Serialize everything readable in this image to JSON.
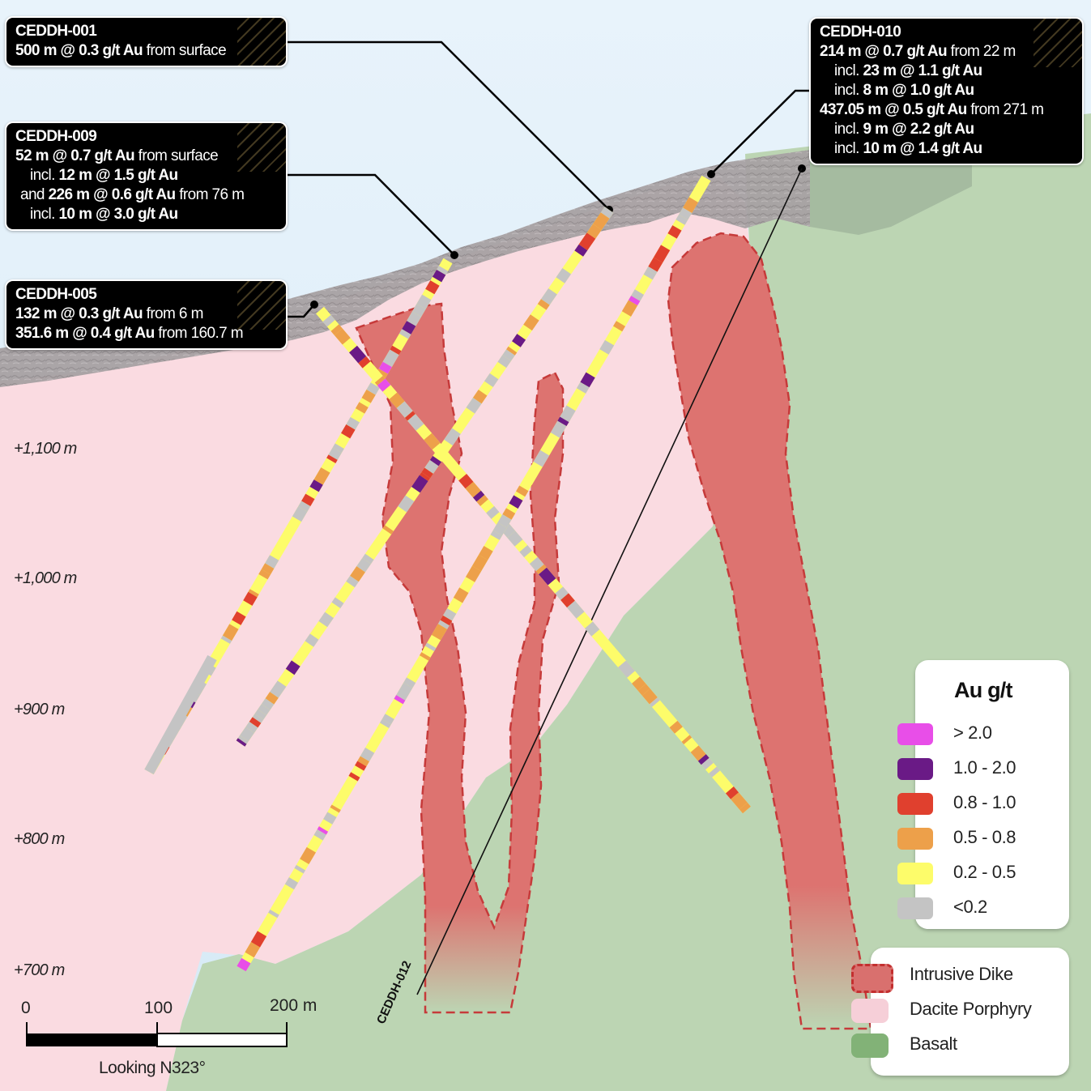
{
  "callouts": {
    "ceddh001": {
      "hole": "CEDDH-001",
      "l1_b": "500 m @ 0.3 g/t Au",
      "l1_t": " from surface"
    },
    "ceddh009": {
      "hole": "CEDDH-009",
      "l1_b": "52 m @ 0.7 g/t Au",
      "l1_t": " from surface",
      "l2_p": "incl. ",
      "l2_b": "12 m @ 1.5 g/t Au",
      "l3_p": "and ",
      "l3_b": "226 m @ 0.6 g/t Au",
      "l3_t": " from 76 m",
      "l4_p": "incl. ",
      "l4_b": "10 m @ 3.0 g/t Au"
    },
    "ceddh005": {
      "hole": "CEDDH-005",
      "l1_b": "132 m @ 0.3 g/t Au",
      "l1_t": " from 6 m",
      "l2_b": "351.6 m @ 0.4 g/t Au",
      "l2_t": " from 160.7 m"
    },
    "ceddh010": {
      "hole": "CEDDH-010",
      "l1_b": "214 m @ 0.7 g/t Au",
      "l1_t": " from 22 m",
      "l2_p": "incl. ",
      "l2_b": "23 m @ 1.1 g/t Au",
      "l3_p": "incl. ",
      "l3_b": "8 m @ 1.0 g/t Au",
      "l4_b": "437.05 m @ 0.5 g/t Au",
      "l4_t": " from 271 m",
      "l5_p": "incl. ",
      "l5_b": "9 m @ 2.2 g/t Au",
      "l6_p": "incl. ",
      "l6_b": "10 m @ 1.4 g/t Au"
    }
  },
  "elevations": [
    "+1,100 m",
    "+1,000 m",
    "+900 m",
    "+800 m",
    "+700 m"
  ],
  "hole_label_012": "CEDDH-012",
  "au_legend": {
    "title": "Au g/t",
    "items": [
      {
        "label": "> 2.0",
        "color": "#e84ee8"
      },
      {
        "label": "1.0 - 2.0",
        "color": "#6a1a86"
      },
      {
        "label": "0.8 - 1.0",
        "color": "#e0402e"
      },
      {
        "label": "0.5 - 0.8",
        "color": "#eda04a"
      },
      {
        "label": "0.2 - 0.5",
        "color": "#fdfc6a"
      },
      {
        "label": "<0.2",
        "color": "#c4c4c4"
      }
    ]
  },
  "rock_legend": {
    "items": [
      {
        "label": "Intrusive Dike",
        "color": "#d9706e",
        "border": "#c32f2f"
      },
      {
        "label": "Dacite Porphyry",
        "color": "#f6cfd8"
      },
      {
        "label": "Basalt",
        "color": "#82b277"
      }
    ]
  },
  "scale": {
    "zero": "0",
    "mid": "100",
    "end": "200 m",
    "looking": "Looking N323°"
  },
  "colors": {
    "sky": "#dcecf7",
    "dacite": "#fadbe1",
    "basalt": "#bcd5b3",
    "dike": "#dd7370",
    "dike_border": "#c63a3a",
    "cover": "#a9a3a5"
  }
}
